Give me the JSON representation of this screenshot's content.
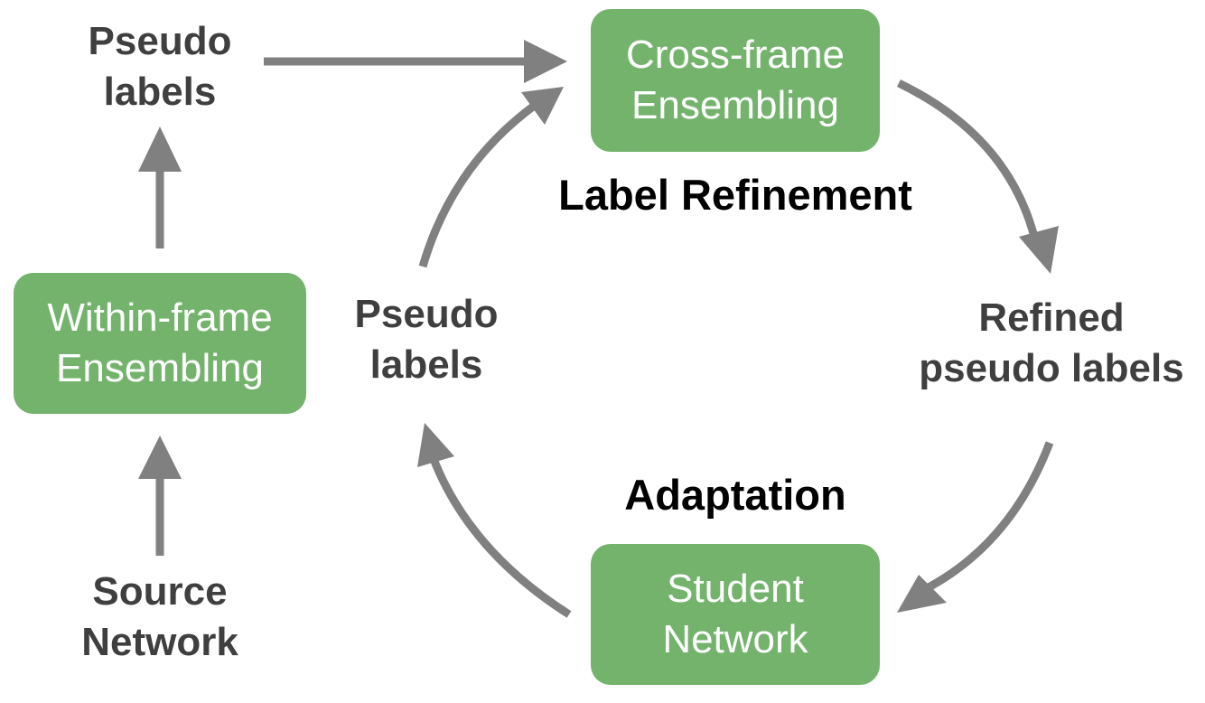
{
  "colors": {
    "box_fill": "#73b36c",
    "box_text": "#ffffff",
    "arrow": "#808080",
    "label_text": "#3f3f3f",
    "title_text": "#000000"
  },
  "boxes": {
    "cross_frame": {
      "line1": "Cross-frame",
      "line2": "Ensembling"
    },
    "within_frame": {
      "line1": "Within-frame",
      "line2": "Ensembling"
    },
    "student": {
      "line1": "Student",
      "line2": "Network"
    }
  },
  "labels": {
    "pseudo_top": {
      "line1": "Pseudo",
      "line2": "labels"
    },
    "pseudo_mid": {
      "line1": "Pseudo",
      "line2": "labels"
    },
    "refined": {
      "line1": "Refined",
      "line2": "pseudo labels"
    },
    "source": {
      "line1": "Source",
      "line2": "Network"
    }
  },
  "titles": {
    "label_refinement": "Label Refinement",
    "adaptation": "Adaptation"
  }
}
